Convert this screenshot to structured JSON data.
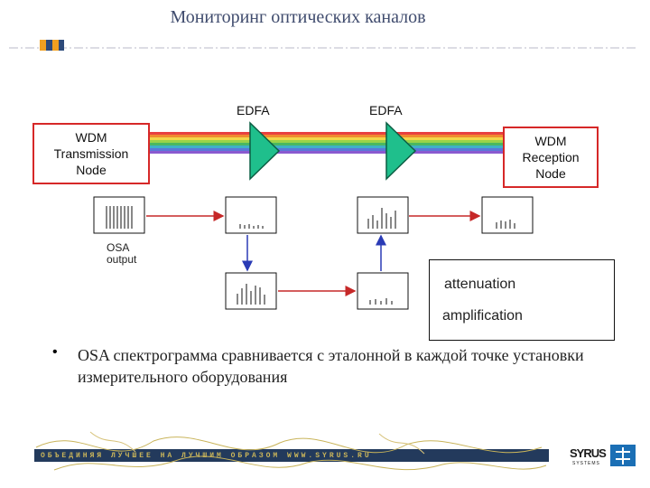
{
  "title": "Мониторинг оптических каналов",
  "edfa_labels": [
    "EDFA",
    "EDFA"
  ],
  "transmission_node": [
    "WDM",
    "Transmission",
    "Node"
  ],
  "reception_node": [
    "WDM",
    "Reception",
    "Node"
  ],
  "osa_output": [
    "OSA",
    "output"
  ],
  "legend": {
    "attenuation": "attenuation",
    "amplification": "amplification"
  },
  "bullet": "OSA спектрограмма сравнивается с эталонной в каждой точке установки измерительного оборудования",
  "footer": {
    "slogan": "ОБЪЕДИНЯЯ ЛУЧШЕЕ НА ЛУЧШИМ ОБРАЗОМ  WWW.SYRUS.RU",
    "logo": "SYRUS",
    "logo_sub": "SYSTEMS"
  },
  "colors": {
    "title": "#404c6e",
    "node_border": "#d62828",
    "amplifier_fill": "#1fbf8c",
    "attenuation_arrow": "#c62828",
    "amplification_arrow": "#2a3bb5",
    "footer_band": "#233a5c",
    "logo_accent": "#1b6fb5"
  }
}
